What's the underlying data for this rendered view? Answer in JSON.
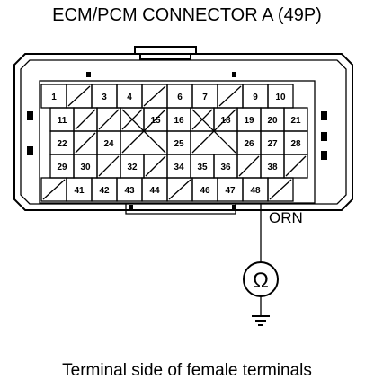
{
  "title": "ECM/PCM CONNECTOR A (49P)",
  "caption": "Terminal side of female terminals",
  "wire_color": "ORN",
  "meter_symbol": "Ω",
  "rows": [
    [
      "1",
      null,
      "3",
      "4",
      null,
      "6",
      "7",
      null,
      "9",
      "10"
    ],
    [
      "11",
      null,
      null,
      null,
      "15",
      "16",
      null,
      "18",
      "19",
      "20",
      "21"
    ],
    [
      "22",
      null,
      "24",
      "X",
      "25",
      "X",
      "26",
      "27",
      "28"
    ],
    [
      "29",
      "30",
      null,
      "32",
      null,
      "34",
      "35",
      "36",
      null,
      "38",
      null
    ],
    [
      null,
      "41",
      "42",
      "43",
      "44",
      null,
      "46",
      "47",
      "48",
      null
    ]
  ],
  "probe_terminal": "48"
}
